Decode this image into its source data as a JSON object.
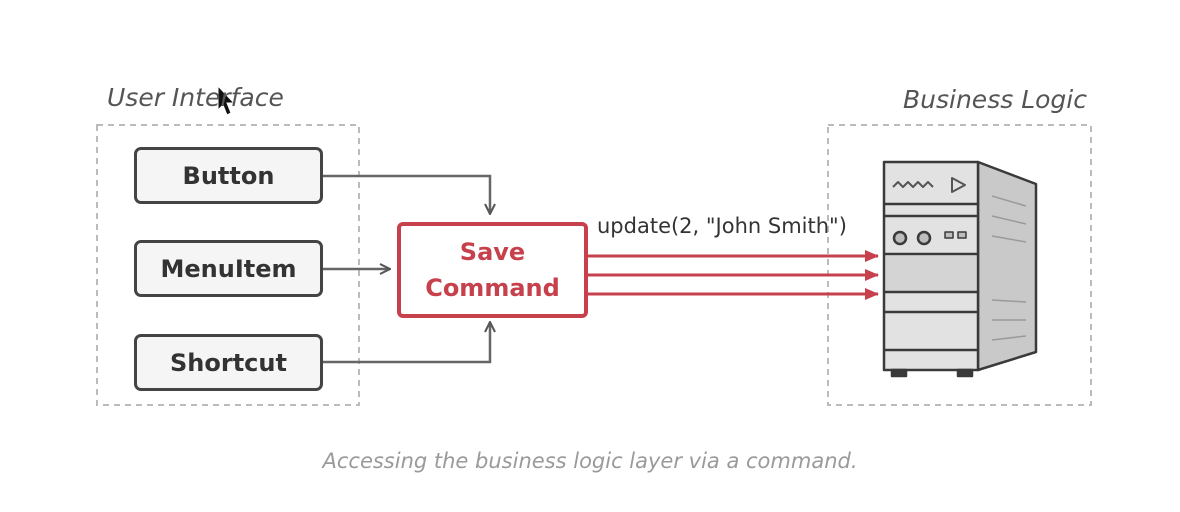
{
  "groups": {
    "ui": {
      "label": "User Interface"
    },
    "business": {
      "label": "Business Logic"
    }
  },
  "ui_elements": [
    {
      "label": "Button"
    },
    {
      "label": "MenuItem"
    },
    {
      "label": "Shortcut"
    }
  ],
  "command": {
    "line1": "Save",
    "line2": "Command"
  },
  "call": {
    "label": "update(2, \"John Smith\")"
  },
  "caption": "Accessing the business logic layer via a command.",
  "colors": {
    "command": "#c7414d",
    "outline": "#444444",
    "dashed": "#bbbbbb",
    "server_body": "#e2e2e2"
  },
  "icons": {
    "server": "server-icon",
    "cursor": "mouse-cursor-icon"
  }
}
